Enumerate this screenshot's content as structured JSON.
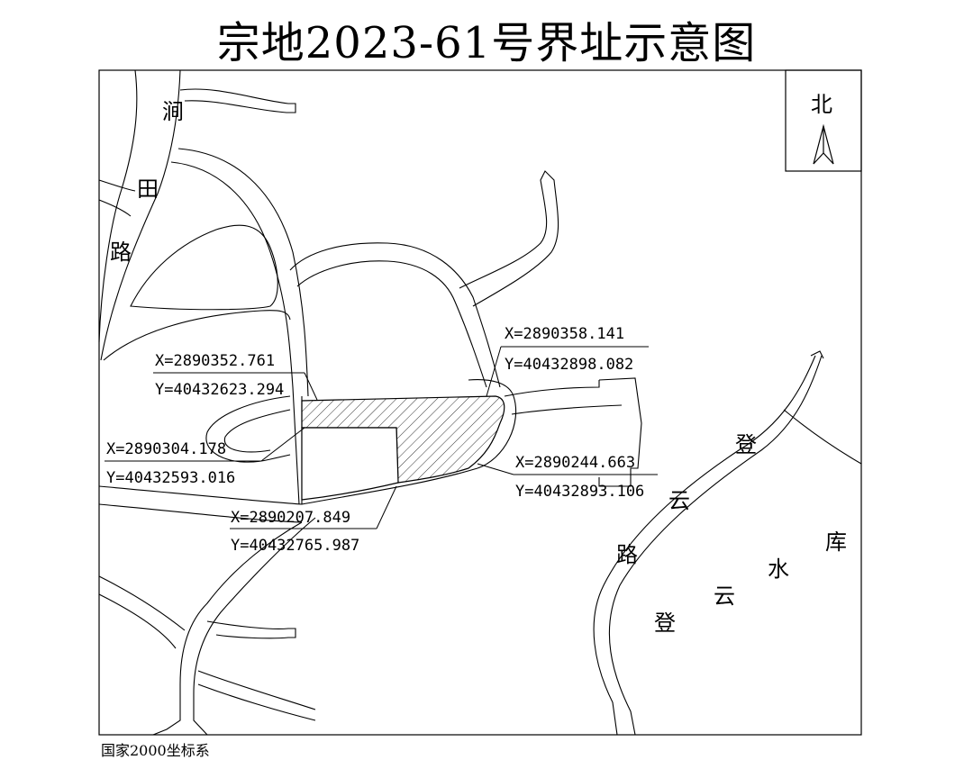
{
  "title": "宗地2023-61号界址示意图",
  "coordinate_system": "国家2000坐标系",
  "north_label": "北",
  "road_labels": {
    "jiantian": [
      "涧",
      "田",
      "路"
    ],
    "dengyun_road": [
      "登",
      "云",
      "路"
    ],
    "dengyun_reservoir": [
      "登",
      "云",
      "水",
      "库"
    ]
  },
  "boundary_points": [
    {
      "x": "X=2890352.761",
      "y": "Y=40432623.294"
    },
    {
      "x": "X=2890358.141",
      "y": "Y=40432898.082"
    },
    {
      "x": "X=2890304.178",
      "y": "Y=40432593.016"
    },
    {
      "x": "X=2890244.663",
      "y": "Y=40432893.106"
    },
    {
      "x": "X=2890207.849",
      "y": "Y=40432765.987"
    }
  ],
  "colors": {
    "line": "#000000",
    "background": "#ffffff",
    "hatch": "#333333"
  }
}
